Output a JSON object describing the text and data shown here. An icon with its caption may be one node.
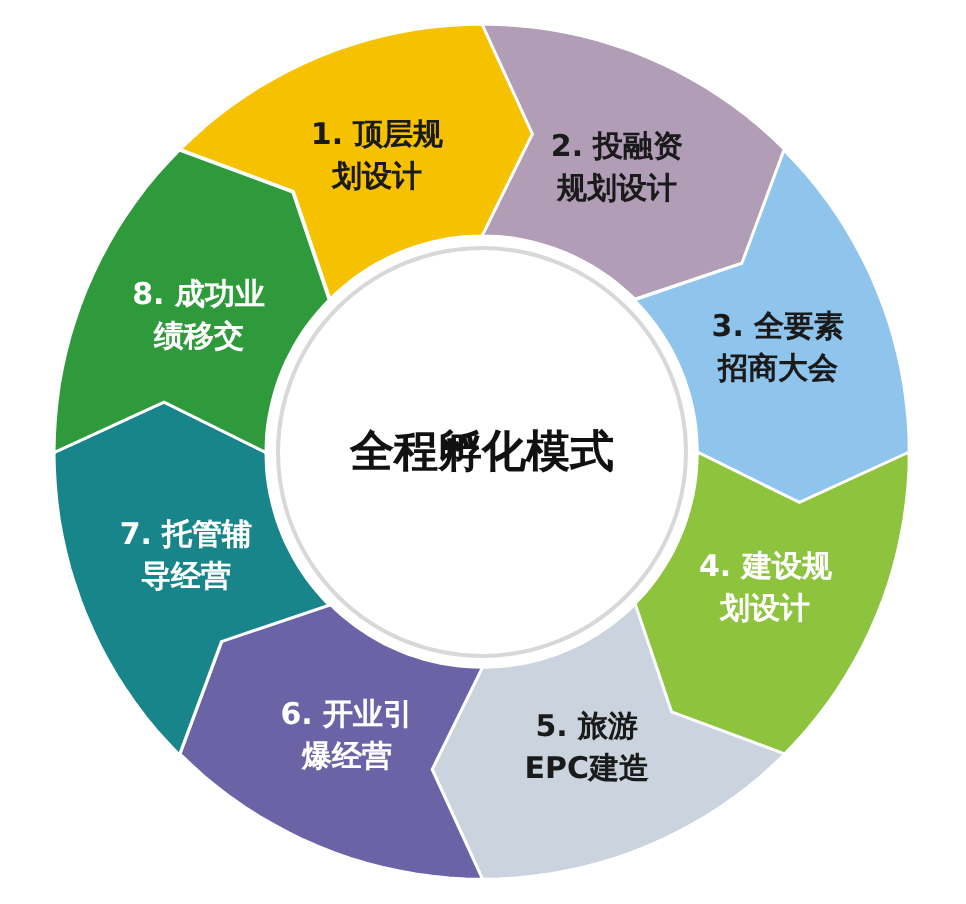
{
  "diagram": {
    "nodes": [
      {
        "text": [
          "全程孵化模式"
        ]
      },
      {
        "text": [
          "1. 顶层规划设计"
        ]
      },
      {
        "text": [
          "2. 投融资规划设计"
        ]
      },
      {
        "text": [
          "3. 全要素招商大会"
        ]
      },
      {
        "text": [
          "4. 建设规划设计"
        ]
      },
      {
        "text": [
          "5. 旅游EPC建造"
        ]
      },
      {
        "text": [
          "6. 开业引爆经营"
        ]
      },
      {
        "text": [
          "7. 托管辅导经营"
        ]
      },
      {
        "text": [
          "8. 成功业绩移交"
        ]
      }
    ]
  }
}
